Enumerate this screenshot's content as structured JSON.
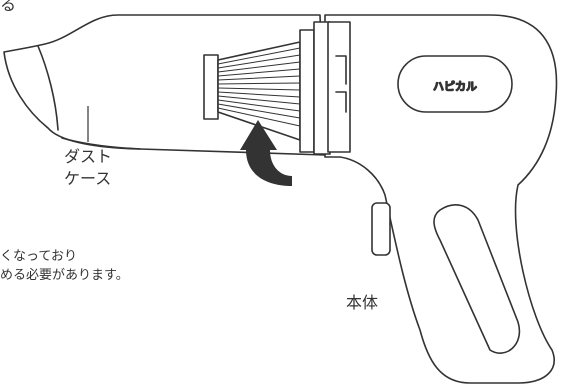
{
  "diagram": {
    "top_fragment": "る",
    "labels": {
      "dust_case_line1": "ダスト",
      "dust_case_line2": "ケース",
      "main_body": "本体"
    },
    "note": {
      "line1": "くなっており",
      "line2": "める必要があります。"
    },
    "logo_text": "ハピカル"
  },
  "colors": {
    "stroke": "#333333",
    "background": "#ffffff"
  }
}
